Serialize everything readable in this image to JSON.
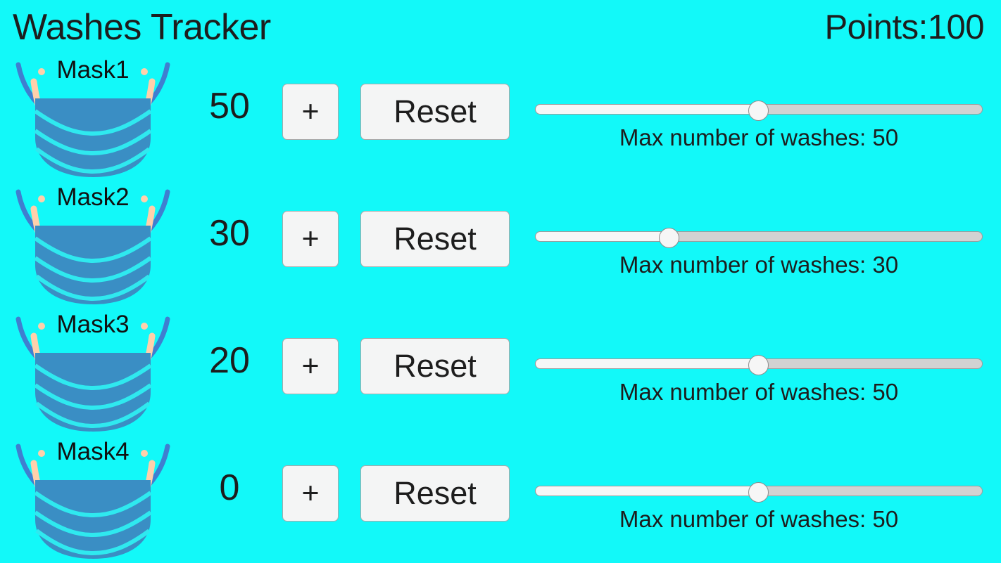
{
  "app": {
    "title": "Washes Tracker",
    "background_color": "#12f9f9",
    "text_color": "#1d1d1d"
  },
  "header": {
    "title": "Washes Tracker",
    "points_label": "Points:100"
  },
  "controls": {
    "increment_label": "+",
    "reset_label": "Reset",
    "slider_caption_prefix": "Max number of washes:",
    "button_bg": "#f4f5f5",
    "button_border": "#a9a9a9"
  },
  "mask_art": {
    "body_color": "#3a8ec4",
    "pleat_line_color": "#2fe9ef",
    "strap_color": "#3f7fd0",
    "ear_color": "#ffd0ab"
  },
  "rows": [
    {
      "mask_label": "Mask1",
      "wash_count": "50",
      "increment_label": "+",
      "reset_label": "Reset",
      "max_washes": 50,
      "slider_caption": "Max number of washes: 50",
      "slider_percent": 50,
      "slider_min": 0,
      "slider_max": 100
    },
    {
      "mask_label": "Mask2",
      "wash_count": "30",
      "increment_label": "+",
      "reset_label": "Reset",
      "max_washes": 30,
      "slider_caption": "Max number of washes: 30",
      "slider_percent": 30,
      "slider_min": 0,
      "slider_max": 100
    },
    {
      "mask_label": "Mask3",
      "wash_count": "20",
      "increment_label": "+",
      "reset_label": "Reset",
      "max_washes": 50,
      "slider_caption": "Max number of washes: 50",
      "slider_percent": 50,
      "slider_min": 0,
      "slider_max": 100
    },
    {
      "mask_label": "Mask4",
      "wash_count": "0",
      "increment_label": "+",
      "reset_label": "Reset",
      "max_washes": 50,
      "slider_caption": "Max number of washes: 50",
      "slider_percent": 50,
      "slider_min": 0,
      "slider_max": 100
    }
  ]
}
